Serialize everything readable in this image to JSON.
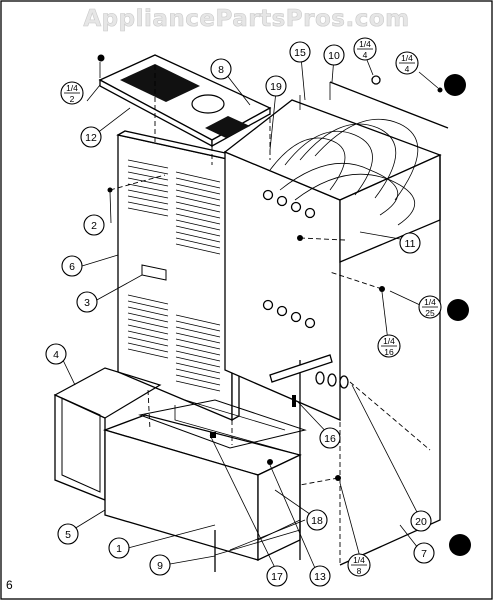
{
  "watermark": "AppliancePartsPros.com",
  "page_number": "6",
  "callouts": {
    "c1": "1",
    "c2": "2",
    "c3": "3",
    "c4": "4",
    "c5": "5",
    "c6": "6",
    "c7": "7",
    "c8": "8",
    "c9": "9",
    "c10": "10",
    "c11": "11",
    "c12": "12",
    "c13": "13",
    "c15": "15",
    "c16": "16",
    "c17": "17",
    "c18": "18",
    "c19": "19",
    "c20": "20"
  },
  "fractions": {
    "f1": {
      "num": "1/4",
      "den": "2"
    },
    "f2": {
      "num": "1/4",
      "den": "4"
    },
    "f3": {
      "num": "1/4",
      "den": "4"
    },
    "f4": {
      "num": "1/4",
      "den": "25"
    },
    "f5": {
      "num": "1/4",
      "den": "16"
    },
    "f6": {
      "num": "1/4",
      "den": "8"
    }
  }
}
